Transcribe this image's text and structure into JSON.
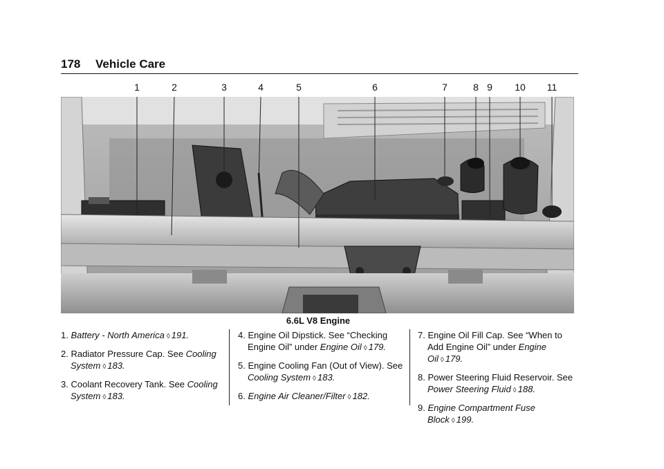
{
  "header": {
    "page_number": "178",
    "section_title": "Vehicle Care"
  },
  "figure": {
    "callout_numbers": [
      "1",
      "2",
      "3",
      "4",
      "5",
      "6",
      "7",
      "8",
      "9",
      "10",
      "11"
    ],
    "caption": "6.6L V8 Engine"
  },
  "items": [
    {
      "num": "1.",
      "pre": "",
      "ref": "Battery - North America",
      "page": "191",
      "post": "."
    },
    {
      "num": "2.",
      "pre": "Radiator Pressure Cap. See ",
      "ref": "Cooling System",
      "page": "183",
      "post": "."
    },
    {
      "num": "3.",
      "pre": "Coolant Recovery Tank. See ",
      "ref": "Cooling System",
      "page": "183",
      "post": "."
    },
    {
      "num": "4.",
      "pre": "Engine Oil Dipstick. See “Checking Engine Oil” under ",
      "ref": "Engine Oil",
      "page": "179",
      "post": "."
    },
    {
      "num": "5.",
      "pre": "Engine Cooling Fan (Out of View). See ",
      "ref": "Cooling System",
      "page": "183",
      "post": "."
    },
    {
      "num": "6.",
      "pre": "",
      "ref": "Engine Air Cleaner/Filter",
      "page": "182",
      "post": "."
    },
    {
      "num": "7.",
      "pre": "Engine Oil Fill Cap. See “When to Add Engine Oil” under ",
      "ref": "Engine Oil",
      "page": "179",
      "post": "."
    },
    {
      "num": "8.",
      "pre": "Power Steering Fluid Reservoir. See ",
      "ref": "Power Steering Fluid",
      "page": "188",
      "post": "."
    },
    {
      "num": "9.",
      "pre": "",
      "ref": "Engine Compartment Fuse Block",
      "page": "199",
      "post": "."
    }
  ]
}
